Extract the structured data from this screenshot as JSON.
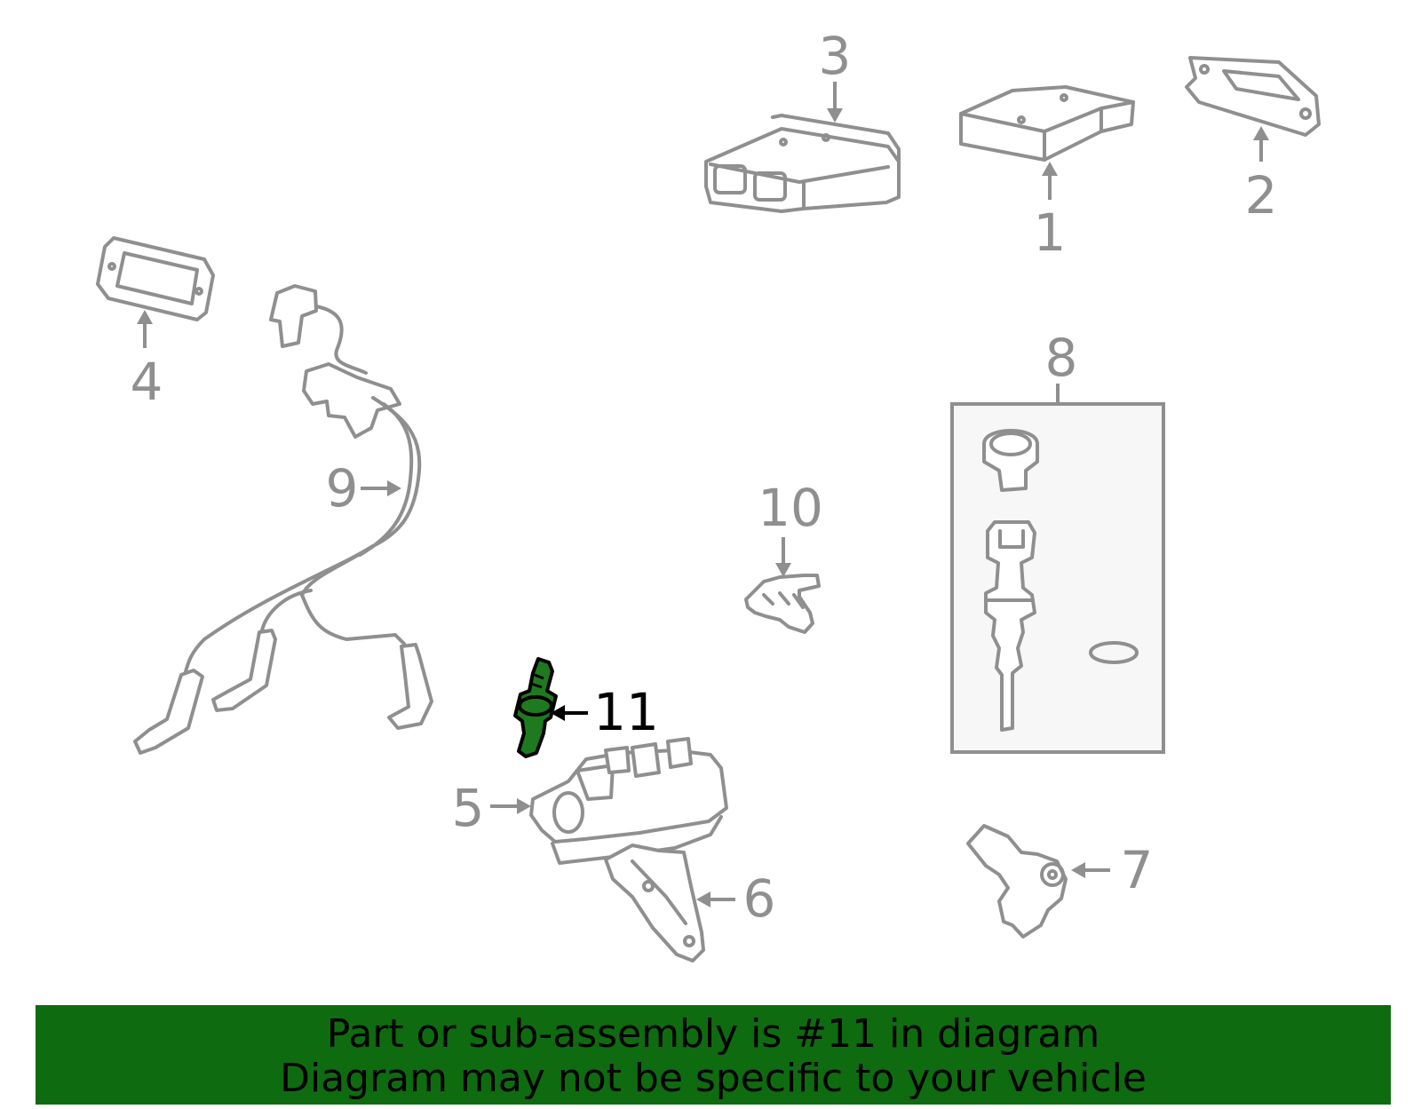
{
  "callouts": {
    "c1": "1",
    "c2": "2",
    "c3": "3",
    "c4": "4",
    "c5": "5",
    "c6": "6",
    "c7": "7",
    "c8": "8",
    "c9": "9",
    "c10": "10",
    "c11": "11"
  },
  "highlighted_part": "11",
  "banner": {
    "line1": "Part or sub-assembly is #11 in diagram",
    "line2": "Diagram may not be specific to your vehicle"
  },
  "colors": {
    "banner_bg": "#0f6b0f",
    "highlight": "#1f7a1f",
    "line_art": "#8f8f8f"
  }
}
